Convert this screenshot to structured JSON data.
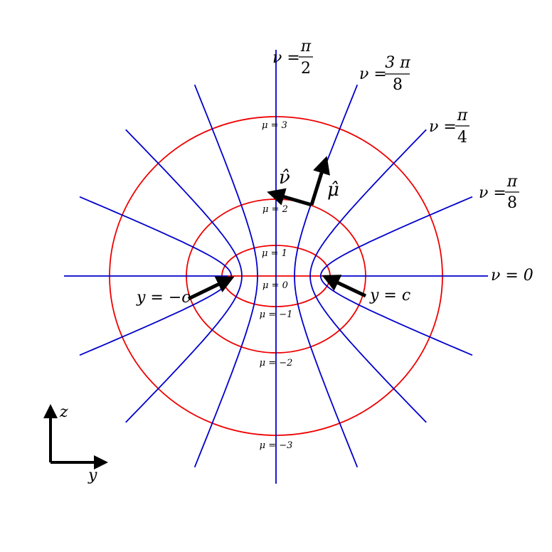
{
  "colors": {
    "mu_curve": "#ee0000",
    "nu_curve": "#0000cc",
    "axes": "#000000",
    "background": "#ffffff"
  },
  "nu_labels": [
    {
      "id": "nu-pi-over-2",
      "lhs": "ν =",
      "numer": "π",
      "denom": "2"
    },
    {
      "id": "nu-3pi-over-8",
      "lhs": "ν =",
      "numer": "3 π",
      "denom": "8"
    },
    {
      "id": "nu-pi-over-4",
      "lhs": "ν =",
      "numer": "π",
      "denom": "4"
    },
    {
      "id": "nu-pi-over-8",
      "lhs": "ν =",
      "numer": "π",
      "denom": "8"
    },
    {
      "id": "nu-0",
      "lhs": "ν = 0"
    }
  ],
  "mu_labels": [
    "μ = 3",
    "μ = 2",
    "μ = 1",
    "μ = 0",
    "μ = −1",
    "μ = −2",
    "μ = −3"
  ],
  "focus_labels": {
    "left": "y = −c",
    "right": "y = c"
  },
  "unit_vectors": {
    "nu_hat": "ν̂",
    "mu_hat": "μ̂"
  },
  "axes_labels": {
    "z": "z",
    "y": "y"
  }
}
